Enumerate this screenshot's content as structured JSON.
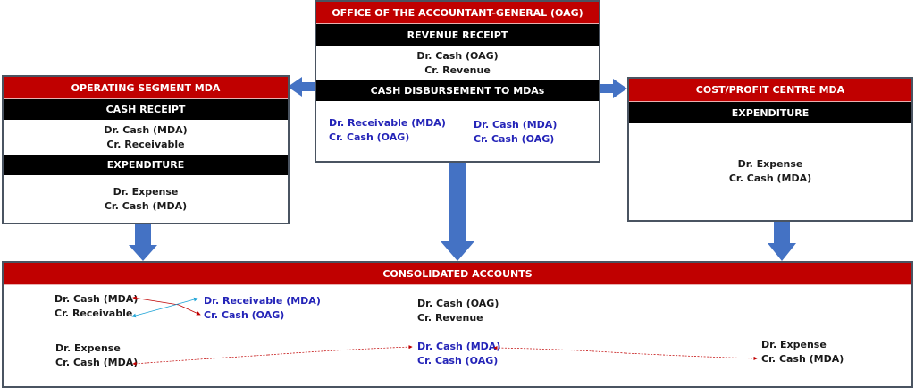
{
  "colors": {
    "header_red": "#c00000",
    "section_black": "#000000",
    "arrow_blue": "#4472c4",
    "text_blue": "#2424b8",
    "connector_red": "#c00000",
    "connector_cyan": "#1ca3d6",
    "border": "#4a5461"
  },
  "oag": {
    "title": "OFFICE OF THE ACCOUNTANT-GENERAL (OAG)",
    "revenue_receipt": {
      "header": "REVENUE RECEIPT",
      "lines": [
        "Dr. Cash (OAG)",
        "Cr. Revenue"
      ]
    },
    "cash_disbursement": {
      "header": "CASH DISBURSEMENT TO MDAs",
      "left_lines": [
        "Dr. Receivable (MDA)",
        "Cr. Cash (OAG)"
      ],
      "right_lines": [
        "Dr. Cash (MDA)",
        "Cr. Cash (OAG)"
      ]
    }
  },
  "operating_segment": {
    "title": "OPERATING SEGMENT MDA",
    "cash_receipt": {
      "header": "CASH RECEIPT",
      "lines": [
        "Dr. Cash (MDA)",
        "Cr. Receivable"
      ]
    },
    "expenditure": {
      "header": "EXPENDITURE",
      "lines": [
        "Dr. Expense",
        "Cr. Cash (MDA)"
      ]
    }
  },
  "cost_profit_centre": {
    "title": "COST/PROFIT CENTRE MDA",
    "expenditure": {
      "header": "EXPENDITURE",
      "lines": [
        "Dr. Expense",
        "Cr. Cash (MDA)"
      ]
    }
  },
  "consolidated": {
    "title": "CONSOLIDATED ACCOUNTS",
    "mda_receipt": [
      "Dr. Cash (MDA)",
      "Cr. Receivable"
    ],
    "oag_disbursement": [
      "Dr. Receivable (MDA)",
      "Cr. Cash (OAG)"
    ],
    "oag_revenue": [
      "Dr. Cash (OAG)",
      "Cr. Revenue"
    ],
    "mda_expense": [
      "Dr. Expense",
      "Cr. Cash (MDA)"
    ],
    "oag_transfer": [
      "Dr. Cash (MDA)",
      "Cr. Cash (OAG)"
    ],
    "cpc_expense": [
      "Dr. Expense",
      "Cr. Cash (MDA)"
    ]
  }
}
